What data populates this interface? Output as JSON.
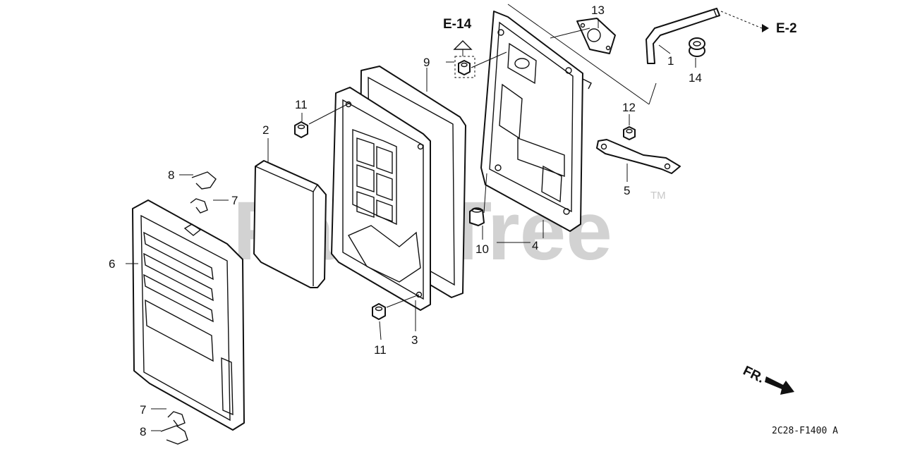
{
  "watermark": {
    "text": "PartsTree",
    "tm": "TM"
  },
  "callouts": [
    {
      "id": "c1",
      "text": "1"
    },
    {
      "id": "c2",
      "text": "2"
    },
    {
      "id": "c3",
      "text": "3"
    },
    {
      "id": "c4",
      "text": "4"
    },
    {
      "id": "c5",
      "text": "5"
    },
    {
      "id": "c6",
      "text": "6"
    },
    {
      "id": "c7a",
      "text": "7"
    },
    {
      "id": "c7b",
      "text": "7"
    },
    {
      "id": "c8a",
      "text": "8"
    },
    {
      "id": "c8b",
      "text": "8"
    },
    {
      "id": "c9",
      "text": "9"
    },
    {
      "id": "c10",
      "text": "10"
    },
    {
      "id": "c11a",
      "text": "11"
    },
    {
      "id": "c11b",
      "text": "11"
    },
    {
      "id": "c12",
      "text": "12"
    },
    {
      "id": "c13",
      "text": "13"
    },
    {
      "id": "c14",
      "text": "14"
    }
  ],
  "refs": {
    "e14": "E-14",
    "e2": "E-2"
  },
  "direction": "FR.",
  "drawing_code": "2C28-F1400 A"
}
